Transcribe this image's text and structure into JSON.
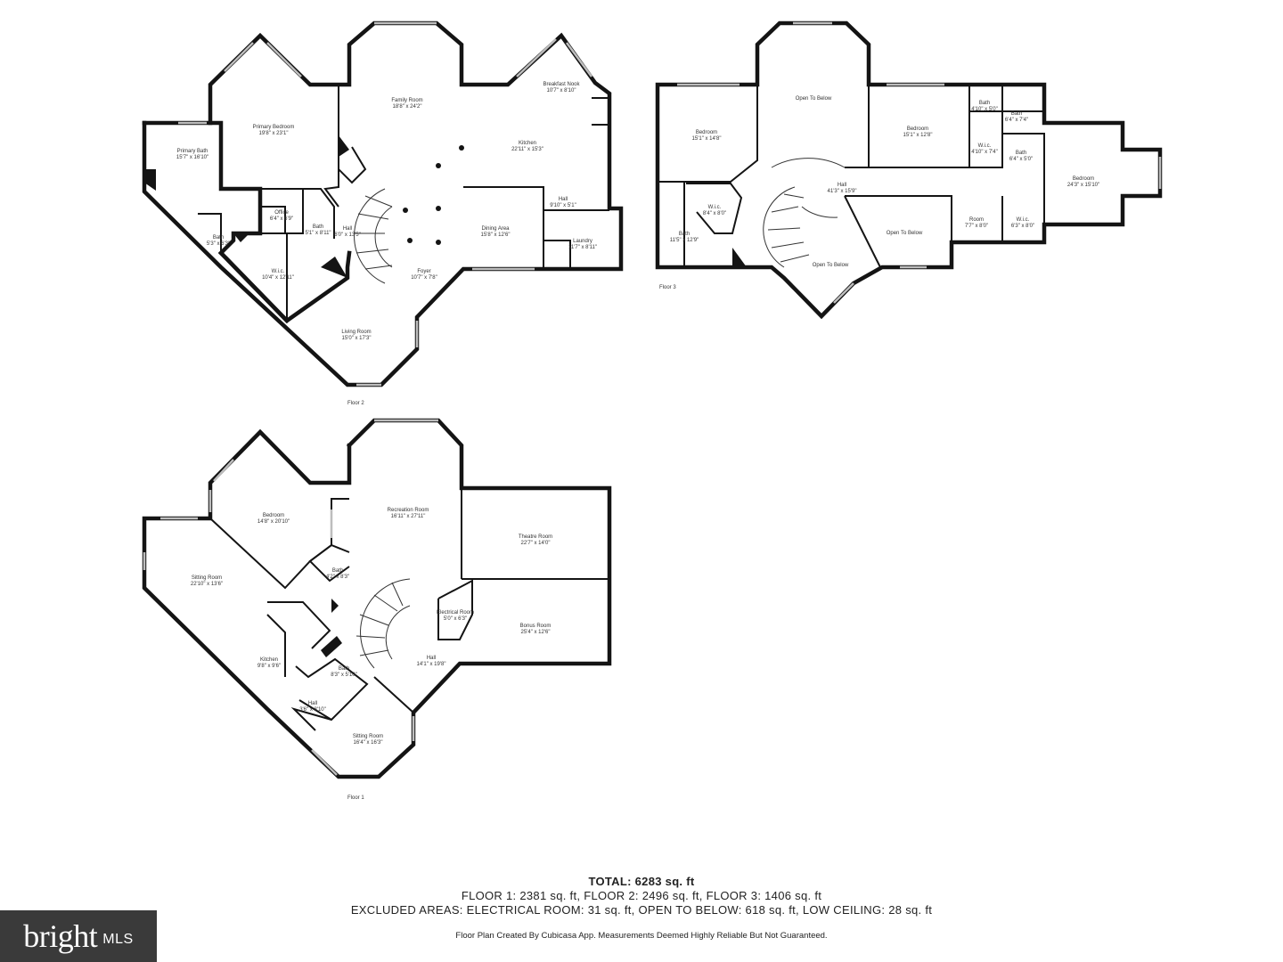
{
  "floors": [
    {
      "key": "floor2",
      "label": "Floor 2",
      "rooms": [
        {
          "name": "Primary Bedroom",
          "dim": "19'8\" x 23'1\""
        },
        {
          "name": "Family Room",
          "dim": "18'8\" x 24'2\""
        },
        {
          "name": "Breakfast Nook",
          "dim": "10'7\" x 8'10\""
        },
        {
          "name": "Kitchen",
          "dim": "22'11\" x 15'3\""
        },
        {
          "name": "Primary Bath",
          "dim": "15'7\" x 16'10\""
        },
        {
          "name": "Office",
          "dim": "6'4\" x 6'9\""
        },
        {
          "name": "Bath",
          "dim": "5'1\" x 8'11\""
        },
        {
          "name": "Hall",
          "dim": "6'0\" x 13'5\""
        },
        {
          "name": "Hall",
          "dim": "9'10\" x 5'1\""
        },
        {
          "name": "Dining Area",
          "dim": "15'8\" x 12'6\""
        },
        {
          "name": "Laundry",
          "dim": "11'7\" x 8'11\""
        },
        {
          "name": "Bath",
          "dim": "5'3\" x 6'3\""
        },
        {
          "name": "W.i.c.",
          "dim": "10'4\" x 12'11\""
        },
        {
          "name": "Foyer",
          "dim": "10'7\" x 7'8\""
        },
        {
          "name": "Living Room",
          "dim": "15'0\" x 17'3\""
        }
      ]
    },
    {
      "key": "floor3",
      "label": "Floor 3",
      "rooms": [
        {
          "name": "Bedroom",
          "dim": "15'1\" x 14'8\""
        },
        {
          "name": "Open To Below",
          "dim": ""
        },
        {
          "name": "Bedroom",
          "dim": "15'1\" x 12'8\""
        },
        {
          "name": "Bath",
          "dim": "4'10\" x 5'0\""
        },
        {
          "name": "Bath",
          "dim": "6'4\" x 7'4\""
        },
        {
          "name": "W.i.c.",
          "dim": "4'10\" x 7'4\""
        },
        {
          "name": "Bath",
          "dim": "6'4\" x 5'0\""
        },
        {
          "name": "Bedroom",
          "dim": "24'3\" x 15'10\""
        },
        {
          "name": "Hall",
          "dim": "41'3\" x 15'9\""
        },
        {
          "name": "W.i.c.",
          "dim": "8'4\" x 8'0\""
        },
        {
          "name": "Bath",
          "dim": "11'5\" x 12'9\""
        },
        {
          "name": "Open To Below",
          "dim": ""
        },
        {
          "name": "Room",
          "dim": "7'7\" x 8'0\""
        },
        {
          "name": "W.i.c.",
          "dim": "6'3\" x 8'0\""
        },
        {
          "name": "Open To Below",
          "dim": ""
        }
      ]
    },
    {
      "key": "floor1",
      "label": "Floor 1",
      "rooms": [
        {
          "name": "Bedroom",
          "dim": "14'8\" x 20'10\""
        },
        {
          "name": "Recreation Room",
          "dim": "16'11\" x 27'11\""
        },
        {
          "name": "Theatre Room",
          "dim": "22'7\" x 14'0\""
        },
        {
          "name": "Sitting Room",
          "dim": "22'10\" x 13'6\""
        },
        {
          "name": "Bath",
          "dim": "4'2\" x 8'3\""
        },
        {
          "name": "Electrical Room",
          "dim": "5'0\" x 6'3\""
        },
        {
          "name": "Bonus Room",
          "dim": "25'4\" x 12'6\""
        },
        {
          "name": "Kitchen",
          "dim": "9'8\" x 9'6\""
        },
        {
          "name": "Bath",
          "dim": "8'3\" x 5'10\""
        },
        {
          "name": "Hall",
          "dim": "14'1\" x 19'8\""
        },
        {
          "name": "Hall",
          "dim": "3'6\" x 8'10\""
        },
        {
          "name": "Sitting Room",
          "dim": "16'4\" x 16'3\""
        }
      ]
    }
  ],
  "summary": {
    "total": "TOTAL: 6283 sq. ft",
    "floors_line": "FLOOR 1: 2381 sq. ft, FLOOR 2: 2496 sq. ft, FLOOR 3: 1406 sq. ft",
    "excluded_line": "EXCLUDED AREAS: ELECTRICAL ROOM: 31 sq. ft, OPEN TO BELOW: 618 sq. ft, LOW CEILING: 28 sq. ft"
  },
  "disclaimer": "Floor Plan Created By Cubicasa App. Measurements Deemed Highly Reliable But Not Guaranteed.",
  "logo": {
    "brand": "bright",
    "suffix": "MLS"
  },
  "colors": {
    "walls": "#141414",
    "windows": "#bdbdbd",
    "logo_bg": "#3a3a3a"
  }
}
